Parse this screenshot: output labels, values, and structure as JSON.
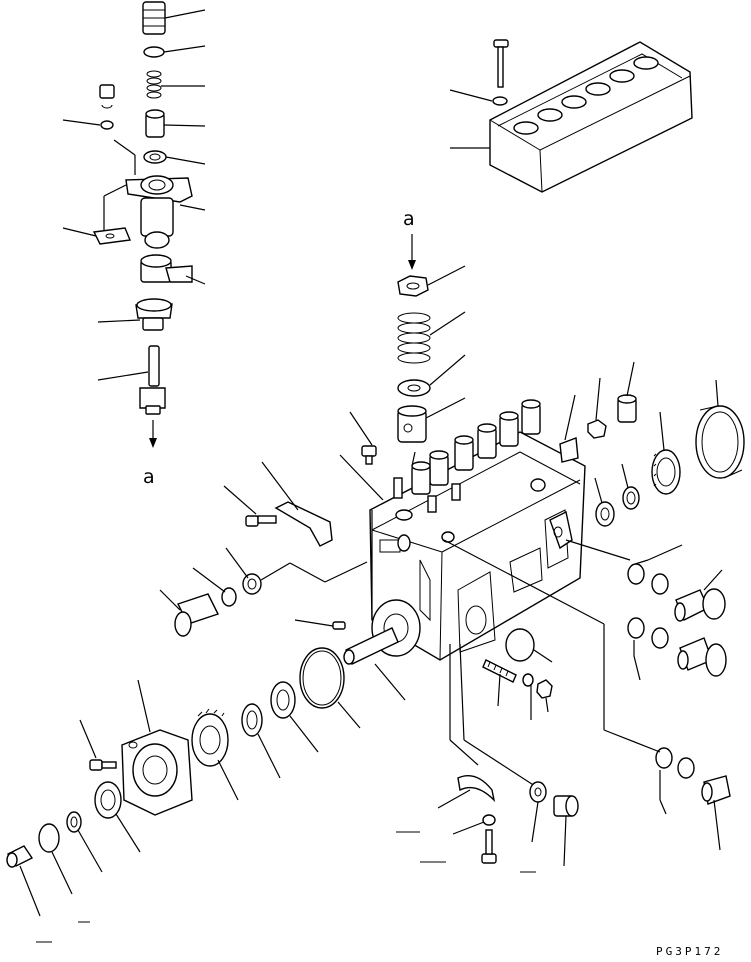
{
  "diagram": {
    "view_letter_top": "a",
    "view_letter_bottom": "a",
    "drawing_code": "PG3P172"
  }
}
